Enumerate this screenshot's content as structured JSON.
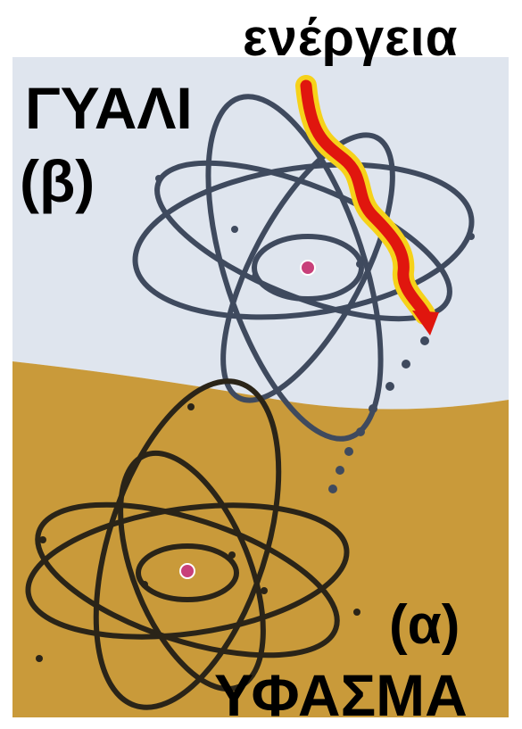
{
  "labels": {
    "energy": "ενέργεια",
    "glass": "ΓΥΑΛΙ",
    "glass_marker": "(β)",
    "cloth_marker": "(α)",
    "cloth": "ΥΦΑΣΜΑ"
  },
  "colors": {
    "glass_region": "#dfe5ee",
    "cloth_region": "#c99a3a",
    "glass_orbit": "#3f4a5e",
    "cloth_orbit": "#2a2418",
    "energy_arrow": "#e0160e",
    "energy_glow": "#f6d21a",
    "nucleus": "#c8407a"
  },
  "icons": {
    "energy_arrow": "wavy-energy-arrow-icon",
    "nucleus": "atom-nucleus-icon",
    "transfer_dots": "electron-transfer-dots-icon"
  }
}
